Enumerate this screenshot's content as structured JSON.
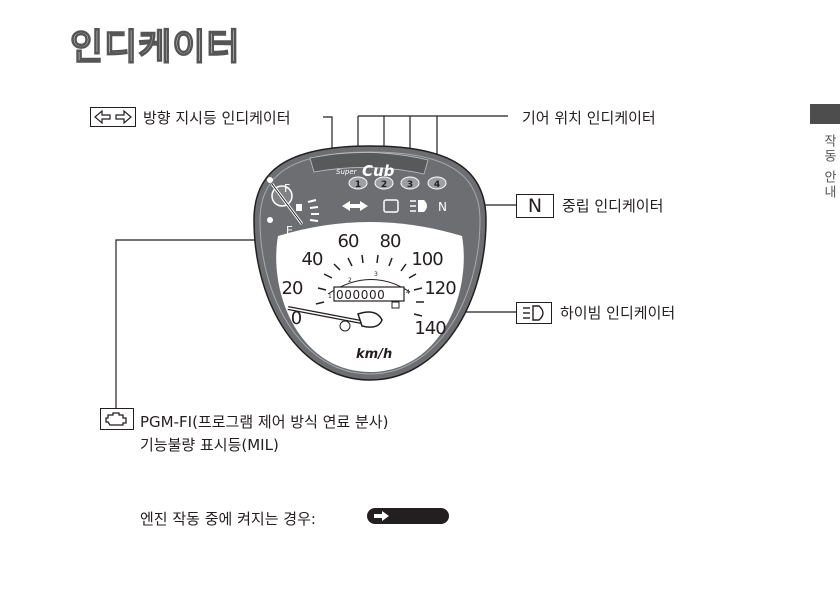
{
  "page": {
    "title": "인디케이터",
    "side_tab": "작동 안내"
  },
  "labels": {
    "turn_signal": "방향 지시등 인디케이터",
    "gear_position": "기어 위치 인디케이터",
    "neutral": "중립 인디케이터",
    "neutral_symbol": "N",
    "high_beam": "하이빔 인디케이터",
    "pgm_fi_line1": "PGM-FI(프로그램 제어 방식 연료 분사)",
    "pgm_fi_line2": "기능불량 표시등(MIL)",
    "engine_note": "엔진 작동 중에 켜지는 경우:"
  },
  "gauge": {
    "brand_small": "Super",
    "brand": "Cub",
    "unit": "km/h",
    "speed_labels": [
      "0",
      "20",
      "40",
      "60",
      "80",
      "100",
      "120",
      "140"
    ],
    "gear_labels": [
      "1",
      "2",
      "3",
      "4"
    ],
    "gear_scale": [
      "1",
      "2",
      "3",
      "4"
    ],
    "fuel_full": "F",
    "fuel_empty": "E",
    "odometer": "000000",
    "neutral": "N"
  },
  "colors": {
    "bezel": "#6d6e71",
    "face": "#ffffff",
    "ink": "#231f20",
    "accent_tab": "#4d4d4d"
  },
  "icons": [
    "turn-signal-arrows-icon",
    "engine-check-icon",
    "high-beam-icon",
    "arrow-right-pill-icon"
  ]
}
